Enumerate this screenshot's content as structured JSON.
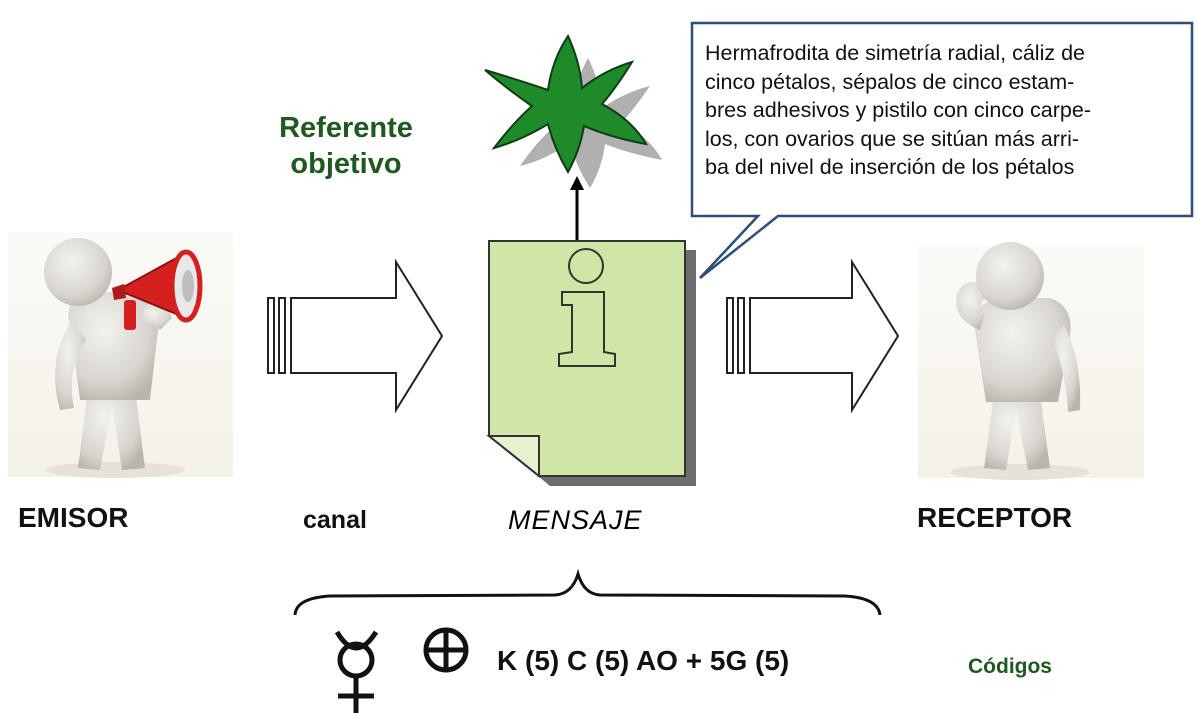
{
  "labels": {
    "emisor": "EMISOR",
    "canal": "canal",
    "mensaje": "MENSAJE",
    "receptor": "RECEPTOR",
    "referente_line1": "Referente",
    "referente_line2": "objetivo",
    "codigos": "Códigos"
  },
  "bubble": {
    "lines": [
      "Hermafrodita de simetría radial, cáliz de",
      "cinco pétalos, sépalos de cinco estam-",
      "bres adhesivos y pistilo con cinco carpe-",
      "los, con ovarios que se sitúan más arri-",
      "ba del nivel de inserción de los pétalos"
    ]
  },
  "formula": {
    "text": "K (5) C (5) AO + 5G (5)"
  },
  "colors": {
    "referente": "#1e5a1e",
    "document_fill": "#cfe6a6",
    "leaf_fill": "#1f8a2a",
    "bubble_border": "#2c4e78",
    "megaphone": "#d62020"
  },
  "icons": {
    "emisor": "person-megaphone-icon",
    "receptor": "person-listening-icon",
    "mensaje": "info-document-icon",
    "referente": "flower-icon",
    "hermaphrodite": "hermaphrodite-symbol-icon",
    "radial_symmetry": "circled-plus-icon"
  }
}
